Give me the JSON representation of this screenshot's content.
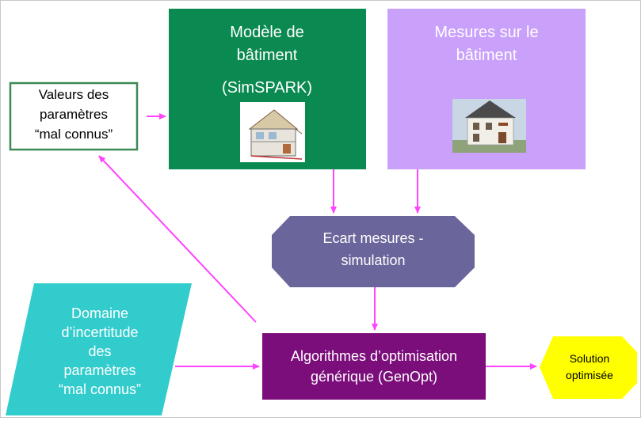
{
  "colors": {
    "model_box": "#0a8a50",
    "measures_box": "#c9a0fa",
    "ecart_box": "#6a659b",
    "algo_box": "#7b0e7b",
    "domain_box": "#32cccc",
    "solution_box": "#ffff00",
    "params_border": "#3d8a55",
    "arrow": "#ff44ff"
  },
  "model_box": {
    "line1": "Modèle de",
    "line2": "bâtiment",
    "line3": "(SimSPARK)",
    "image_icon": "house-cutaway-3d"
  },
  "measures_box": {
    "line1": "Mesures sur le",
    "line2": "bâtiment",
    "image_icon": "house-photo"
  },
  "params_box": {
    "line1": "Valeurs des",
    "line2": "paramètres",
    "line3": "“mal connus”"
  },
  "ecart_box": {
    "line1": "Ecart mesures -",
    "line2": "simulation"
  },
  "domain_box": {
    "line1": "Domaine",
    "line2": "d’incertitude",
    "line3": "des",
    "line4": "paramètres",
    "line5": "“mal connus”"
  },
  "algo_box": {
    "line1": "Algorithmes d’optimisation",
    "line2": "générique (GenOpt)"
  },
  "solution_box": {
    "line1": "Solution",
    "line2": "optimisée"
  }
}
